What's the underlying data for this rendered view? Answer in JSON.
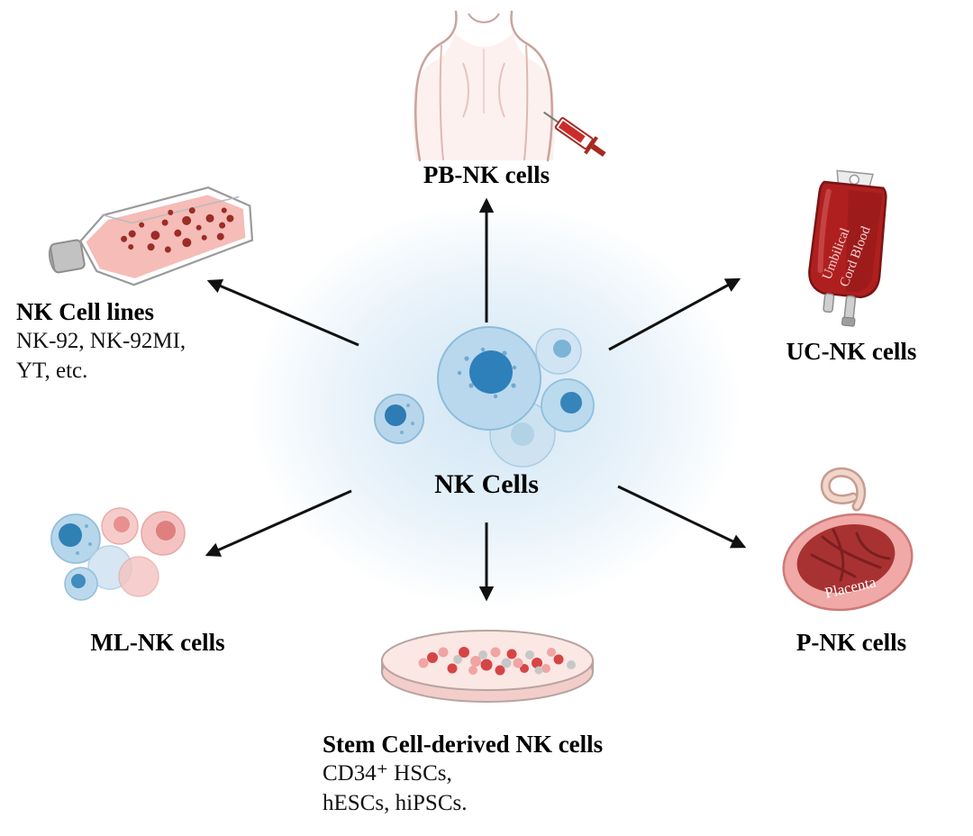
{
  "center": {
    "label": "NK Cells"
  },
  "nodes": {
    "pb": {
      "label": "PB-NK cells"
    },
    "cell_lines": {
      "label": "NK Cell lines",
      "line2": "NK-92, NK-92MI,",
      "line3": "YT, etc."
    },
    "uc": {
      "label": "UC-NK cells",
      "bag_text1": "Umbilical",
      "bag_text2": "Cord Blood"
    },
    "ml": {
      "label": "ML-NK cells"
    },
    "p": {
      "label": "P-NK cells",
      "organ_label": "Placenta"
    },
    "stem": {
      "label": "Stem Cell-derived NK cells",
      "line2": "CD34⁺ HSCs,",
      "line3": "hESCs, hiPSCs."
    }
  },
  "colors": {
    "arrow": "#111111",
    "cell_blue": "#b9d8ed",
    "nucleus_blue": "#2d80ba",
    "glow_blue": "#d9e9f5",
    "blood_red": "#b01f1f",
    "media_pink": "#f5bcb8",
    "placenta_pink": "#f0a9a6",
    "placenta_maroon": "#a83232",
    "background": "#ffffff"
  }
}
